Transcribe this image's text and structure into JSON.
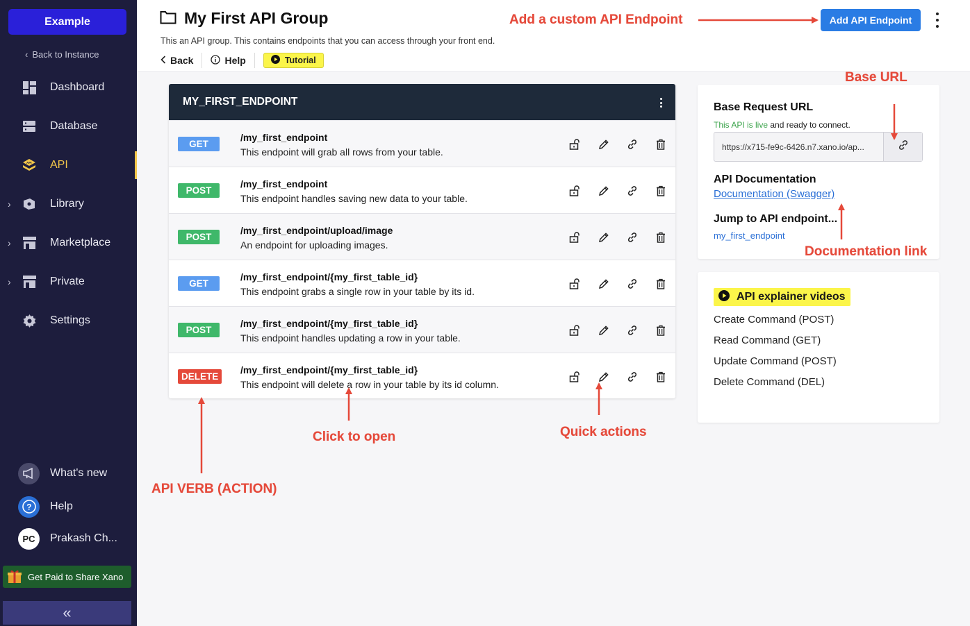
{
  "sidebar": {
    "workspace": "Example",
    "back_to_instance": "Back to Instance",
    "nav": [
      {
        "label": "Dashboard",
        "icon": "dashboard-icon",
        "expandable": false,
        "active": false
      },
      {
        "label": "Database",
        "icon": "database-icon",
        "expandable": false,
        "active": false
      },
      {
        "label": "API",
        "icon": "api-icon",
        "expandable": false,
        "active": true
      },
      {
        "label": "Library",
        "icon": "library-icon",
        "expandable": true,
        "active": false
      },
      {
        "label": "Marketplace",
        "icon": "marketplace-icon",
        "expandable": true,
        "active": false
      },
      {
        "label": "Private",
        "icon": "private-icon",
        "expandable": true,
        "active": false
      },
      {
        "label": "Settings",
        "icon": "gear-icon",
        "expandable": false,
        "active": false
      }
    ],
    "whats_new": "What's new",
    "help": "Help",
    "user_initials": "PC",
    "user_name": "Prakash Ch...",
    "promo": "Get Paid to Share Xano",
    "collapse_glyph": "«"
  },
  "header": {
    "title": "My First API Group",
    "description": "This an API group. This contains endpoints that you can access through your front end.",
    "back": "Back",
    "help": "Help",
    "tutorial": "Tutorial",
    "add_button": "Add API Endpoint"
  },
  "endpoint_group": {
    "name": "MY_FIRST_ENDPOINT",
    "rows": [
      {
        "verb": "GET",
        "path": "/my_first_endpoint",
        "description": "This endpoint will grab all rows from your table."
      },
      {
        "verb": "POST",
        "path": "/my_first_endpoint",
        "description": "This endpoint handles saving new data to your table."
      },
      {
        "verb": "POST",
        "path": "/my_first_endpoint/upload/image",
        "description": "An endpoint for uploading images."
      },
      {
        "verb": "GET",
        "path": "/my_first_endpoint/{my_first_table_id}",
        "description": "This endpoint grabs a single row in your table by its id."
      },
      {
        "verb": "POST",
        "path": "/my_first_endpoint/{my_first_table_id}",
        "description": "This endpoint handles updating a row in your table."
      },
      {
        "verb": "DELETE",
        "path": "/my_first_endpoint/{my_first_table_id}",
        "description": "This endpoint will delete a row in your table by its id column."
      }
    ]
  },
  "info": {
    "base_request_title": "Base Request URL",
    "live_prefix": "This API is live",
    "live_suffix": " and ready to connect.",
    "base_url": "https://x715-fe9c-6426.n7.xano.io/ap...",
    "docs_title": "API Documentation",
    "docs_link": "Documentation (Swagger)",
    "jump_title": "Jump to API endpoint...",
    "jump_link": "my_first_endpoint"
  },
  "videos": {
    "title": "API explainer videos",
    "items": [
      "Create Command (POST)",
      "Read Command (GET)",
      "Update Command (POST)",
      "Delete Command (DEL)"
    ]
  },
  "annotations": {
    "add_custom": "Add a custom API Endpoint",
    "base_url": "Base URL",
    "documentation_link": "Documentation link",
    "api_verb": "API VERB (ACTION)",
    "click_to_open": "Click to open",
    "quick_actions": "Quick actions"
  },
  "colors": {
    "sidebar_bg": "#1d1d3d",
    "accent_blue": "#2a7ce4",
    "active_yellow": "#f3c64a",
    "get": "#5b9cf0",
    "post": "#3fb86a",
    "delete": "#e5493a",
    "annotation_red": "#e5493a"
  }
}
